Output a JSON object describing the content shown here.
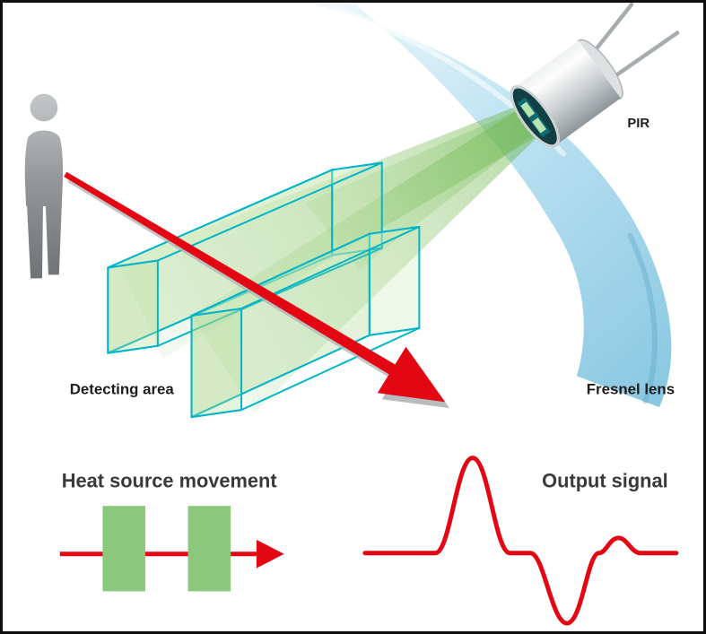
{
  "labels": {
    "detecting_area": "Detecting area",
    "pir": "PIR",
    "fresnel_lens": "Fresnel lens",
    "heat_source_movement": "Heat source movement",
    "output_signal": "Output signal"
  },
  "heat_source": {
    "block_count": 2
  },
  "colors": {
    "signal_red": "#e30613",
    "block_green": "#8bc87c",
    "beam_green": "#7fbf5e",
    "box_edge_cyan": "#00b5c9",
    "lens_blue": "#a9d9ec",
    "person_gray": "#8f9396",
    "sensor_silver": "#d7dadb",
    "text_dark": "#1d1d1b",
    "border_black": "#0f0f0f"
  }
}
